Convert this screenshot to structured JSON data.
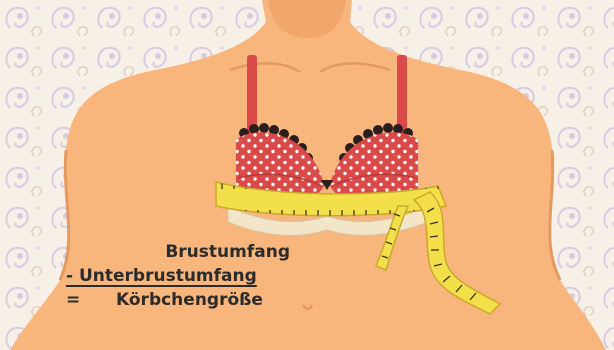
{
  "formula": {
    "line1": "Brustumfang",
    "line2": "- Unterbrustumfang",
    "line3_operator": "=",
    "line3_result": "Körbchengröße"
  },
  "colors": {
    "background": "#f6f0e6",
    "paisley": "#d7cbe4",
    "skin": "#f8b57c",
    "skin_shadow": "#e49a5f",
    "bra_red": "#d94a48",
    "bra_dots": "#ffffff",
    "lace": "#2a1e1e",
    "tape_yellow": "#f3df4a",
    "tape_edge": "#c9a92a"
  },
  "icons": [
    "woman-torso-illustration",
    "bra-illustration",
    "measuring-tape-illustration"
  ]
}
